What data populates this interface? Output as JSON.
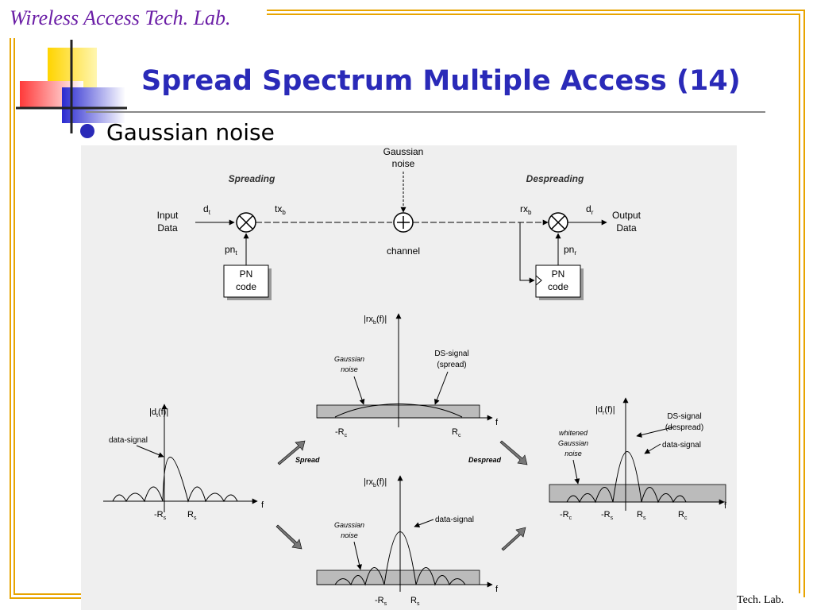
{
  "slide": {
    "brand": "Wireless Access Tech. Lab.",
    "title": "Spread Spectrum Multiple Access (14)",
    "bullet": "Gaussian noise",
    "footer": "Tech. Lab."
  },
  "diagram": {
    "gaussian_noise_label_line1": "Gaussian",
    "gaussian_noise_label_line2": "noise",
    "spreading": "Spreading",
    "despreading": "Despreading",
    "input_data_line1": "Input",
    "input_data_line2": "Data",
    "output_data_line1": "Output",
    "output_data_line2": "Data",
    "dt": "d",
    "dt_sub": "t",
    "txb": "tx",
    "txb_sub": "b",
    "rxb": "rx",
    "rxb_sub": "b",
    "dr": "d",
    "dr_sub": "r",
    "pnt": "pn",
    "pnt_sub": "t",
    "pnr": "pn",
    "pnr_sub": "r",
    "pn_code_line1": "PN",
    "pn_code_line2": "code",
    "channel": "channel",
    "spectra": {
      "top_axis_label": "|rx",
      "top_axis_sub": "b",
      "top_axis_tail": "(f)|",
      "top_gaussian_line1": "Gaussian",
      "top_gaussian_line2": "noise",
      "top_ds_line1": "DS-signal",
      "top_ds_line2": "(spread)",
      "minus_rc": "-R",
      "rc": "R",
      "c_sub": "c",
      "f": "f",
      "left_axis_label": "|d",
      "left_axis_sub": "t",
      "left_axis_tail": "(f)|",
      "data_signal": "data-signal",
      "minus_rs": "-R",
      "rs": "R",
      "s_sub": "s",
      "spread": "Spread",
      "despread": "Despread",
      "bottom_axis_label": "|rx",
      "bottom_axis_sub": "b",
      "bottom_axis_tail": "(f)|",
      "bottom_gaussian_line1": "Gaussian",
      "bottom_gaussian_line2": "noise",
      "bottom_data_signal": "data-signal",
      "right_axis_label": "|d",
      "right_axis_sub": "r",
      "right_axis_tail": "(f)|",
      "right_whitened_line1": "whitened",
      "right_whitened_line2": "Gaussian",
      "right_whitened_line3": "noise",
      "right_ds_line1": "DS-signal",
      "right_ds_line2": "(despread)",
      "right_data_signal": "data-signal"
    }
  },
  "colors": {
    "brand": "#6b1ea6",
    "title": "#2a2ab8",
    "frame": "#e8a400",
    "diagram_bg": "#efefef"
  }
}
